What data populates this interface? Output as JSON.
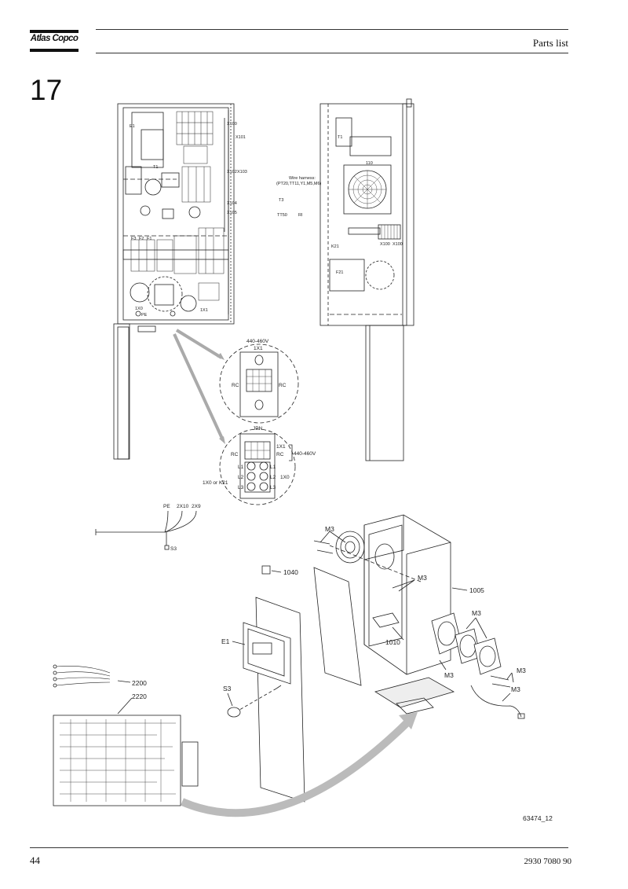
{
  "header": {
    "logo_text": "Atlas Copco",
    "title": "Parts list"
  },
  "section_number": "17",
  "drawing": {
    "front_cabinet_labels": [
      "E1",
      "T1",
      "F3",
      "F2",
      "F1",
      "1X0",
      "1X1",
      "PE",
      "X100",
      "X101",
      "X102",
      "X103",
      "X104",
      "X105"
    ],
    "side_cabinet_labels": [
      "T1",
      "110",
      "T3",
      "TT50",
      "RI",
      "K21",
      "F21",
      "X100",
      "X100"
    ],
    "wire_harness_note": [
      "Wire harness:",
      "(PT20,TT11,Y1,M5,M6)"
    ],
    "detail_upper": {
      "voltage": "440-460V",
      "terminal": "1X1",
      "left": "RC",
      "right": "RC"
    },
    "detail_lower": {
      "top": "JPN",
      "terminal": "1X1",
      "left": "RC",
      "right_small": "RC",
      "voltage": "440-460V",
      "row_left": [
        "L1",
        "L2",
        "L3"
      ],
      "row_right": [
        "L1",
        "L2",
        "L3"
      ],
      "left_caption": "1X0 or K21",
      "right_caption": "1X0"
    },
    "wiring_labels": [
      "PE",
      "2X10",
      "2X9",
      "S3"
    ],
    "part_callouts": [
      "M3",
      "1040",
      "M3",
      "1005",
      "M3",
      "1010",
      "E1",
      "M3",
      "M3",
      "M3",
      "S3",
      "2200",
      "2220"
    ],
    "figure_id": "63474_12"
  },
  "footer": {
    "page_number": "44",
    "document_number": "2930 7080 90"
  }
}
